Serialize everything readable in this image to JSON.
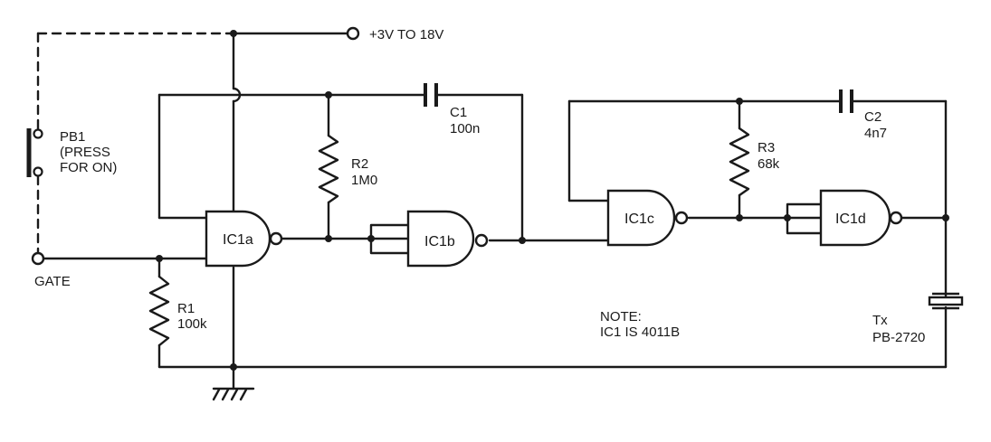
{
  "supply": "+3V TO 18V",
  "switch": {
    "name": "PB1",
    "desc1": "(PRESS",
    "desc2": "FOR ON)"
  },
  "gate_input": "GATE",
  "gates": {
    "a": "IC1a",
    "b": "IC1b",
    "c": "IC1c",
    "d": "IC1d"
  },
  "resistors": {
    "r1": {
      "name": "R1",
      "value": "100k"
    },
    "r2": {
      "name": "R2",
      "value": "1M0"
    },
    "r3": {
      "name": "R3",
      "value": "68k"
    }
  },
  "capacitors": {
    "c1": {
      "name": "C1",
      "value": "100n"
    },
    "c2": {
      "name": "C2",
      "value": "4n7"
    }
  },
  "transducer": {
    "name": "Tx",
    "part": "PB-2720"
  },
  "note": {
    "line1": "NOTE:",
    "line2": "IC1 IS 4011B"
  }
}
